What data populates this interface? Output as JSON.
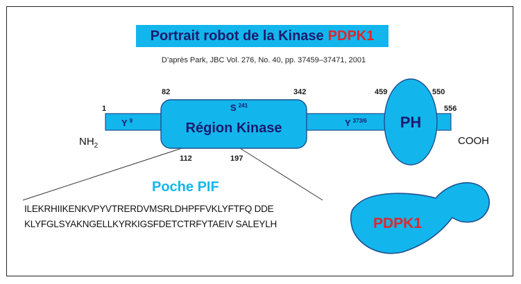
{
  "title": {
    "main": "Portrait robot de la Kinase",
    "accent": "PDPK1"
  },
  "citation": "D’après  Park, JBC Vol. 276, No. 40, pp. 37459–37471, 2001",
  "diagram": {
    "positions": {
      "p1": "1",
      "p82": "82",
      "p342": "342",
      "p459": "459",
      "p550": "550",
      "p556": "556",
      "p112": "112",
      "p197": "197"
    },
    "residues": {
      "y9": "Y",
      "y9_sup": "9",
      "s241": "S",
      "s241_sup": "241",
      "y373": "Y",
      "y373_sup": "373/6"
    },
    "kinase_label": "Région Kinase",
    "ph_label": "PH",
    "nh2": "NH",
    "nh2_sub": "2",
    "cooh": "COOH"
  },
  "pif": {
    "title": "Poche PIF",
    "seq_line1": "ILEKRHIIKENKVPYVTRERDVMSRLDHPFFVKLYFTFQ DDE",
    "seq_line2": "KLYFGLSYAKNGELLKYRKIGSFDETCTRFYTAEIV SALEYLH"
  },
  "logo_text": "PDPK1",
  "colors": {
    "blue": "#12b6ec",
    "navy": "#1a1a6e",
    "red": "#e0262b"
  }
}
